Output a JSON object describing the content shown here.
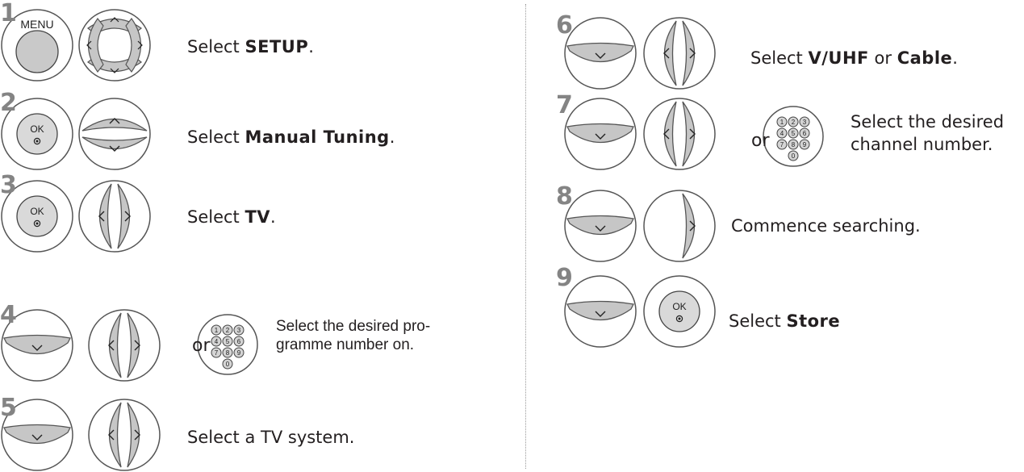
{
  "or_label": "or",
  "keys": {
    "menu": "MENU",
    "ok": "OK",
    "digits": [
      "1",
      "2",
      "3",
      "4",
      "5",
      "6",
      "7",
      "8",
      "9",
      "0"
    ]
  },
  "steps": [
    {
      "num": "1",
      "pre": "Select ",
      "bold": "SETUP",
      "post": "."
    },
    {
      "num": "2",
      "pre": "Select ",
      "bold": "Manual Tuning",
      "post": "."
    },
    {
      "num": "3",
      "pre": "Select ",
      "bold": "TV",
      "post": "."
    },
    {
      "num": "4",
      "line1": "Select the desired pro-",
      "line2": "gramme number on."
    },
    {
      "num": "5",
      "text": "Select a TV system."
    },
    {
      "num": "6",
      "pre": "Select ",
      "bold1": "V/UHF",
      "mid": " or ",
      "bold2": "Cable",
      "post": "."
    },
    {
      "num": "7",
      "line1": "Select the desired",
      "line2": "channel number."
    },
    {
      "num": "8",
      "text": "Commence searching."
    },
    {
      "num": "9",
      "pre": "Select ",
      "bold": "Store",
      "post": ""
    }
  ]
}
